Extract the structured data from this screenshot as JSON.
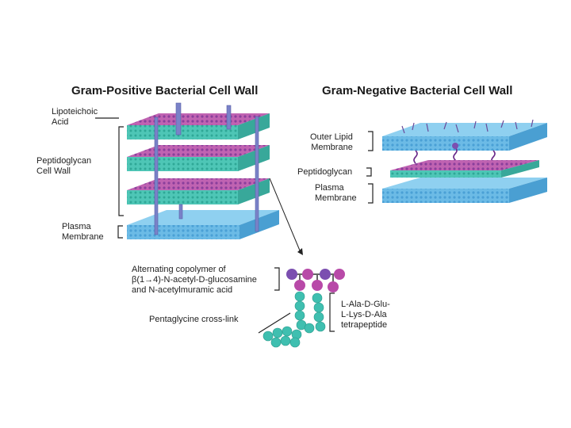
{
  "gram_positive": {
    "title": "Gram-Positive Bacterial Cell Wall",
    "labels": {
      "lipoteichoic_line1": "Lipoteichoic",
      "lipoteichoic_line2": "Acid",
      "peptidoglycan_line1": "Peptidoglycan",
      "peptidoglycan_line2": "Cell Wall",
      "plasma_line1": "Plasma",
      "plasma_line2": "Membrane"
    }
  },
  "gram_negative": {
    "title": "Gram-Negative Bacterial Cell Wall",
    "labels": {
      "outer_line1": "Outer Lipid",
      "outer_line2": "Membrane",
      "peptidoglycan": "Peptidoglycan",
      "plasma_line1": "Plasma",
      "plasma_line2": "Membrane"
    }
  },
  "detail": {
    "copolymer_line1": "Alternating copolymer of",
    "copolymer_line2": "β(1→4)-N-acetyl-D-glucosamine",
    "copolymer_line3": "and N-acetylmuramic acid",
    "pentaglycine": "Pentaglycine cross-link",
    "tetrapeptide_line1": "L-Ala-D-Glu-",
    "tetrapeptide_line2": "L-Lys-D-Ala",
    "tetrapeptide_line3": "tetrapeptide"
  },
  "colors": {
    "membrane": "#5fb3e0",
    "membrane_dark": "#3d8fc4",
    "sugar_magenta": "#b84aa8",
    "sugar_purple": "#7b4fb0",
    "peptide_teal": "#3fbfb0",
    "lta_rod": "#7a82c8"
  }
}
